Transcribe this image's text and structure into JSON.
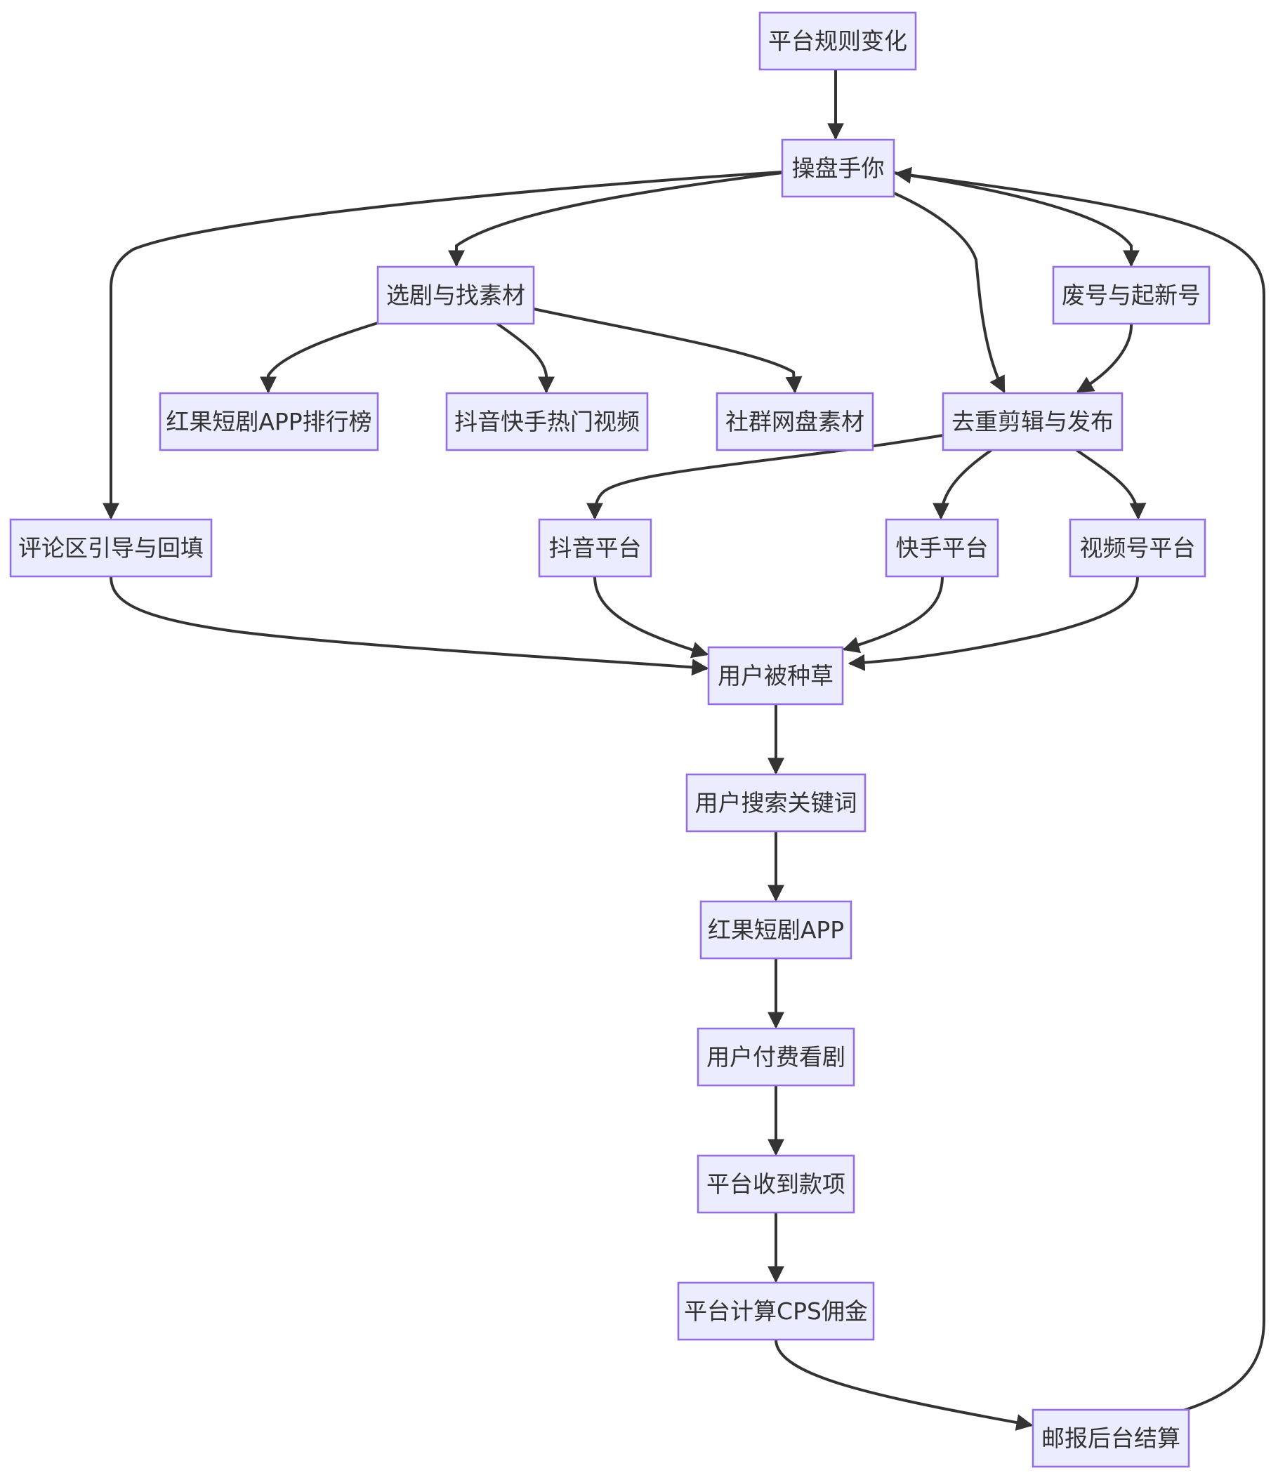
{
  "diagram": {
    "type": "flowchart",
    "nodes": [
      {
        "id": "rules",
        "label": "平台规则变化"
      },
      {
        "id": "op",
        "label": "操盘手你"
      },
      {
        "id": "select",
        "label": "选剧与找素材"
      },
      {
        "id": "abandon",
        "label": "废号与起新号"
      },
      {
        "id": "rank",
        "label": "红果短剧APP排行榜"
      },
      {
        "id": "hotvideo",
        "label": "抖音快手热门视频"
      },
      {
        "id": "community",
        "label": "社群网盘素材"
      },
      {
        "id": "edit",
        "label": "去重剪辑与发布"
      },
      {
        "id": "comment",
        "label": "评论区引导与回填"
      },
      {
        "id": "douyin",
        "label": "抖音平台"
      },
      {
        "id": "kuaishou",
        "label": "快手平台"
      },
      {
        "id": "shipinhao",
        "label": "视频号平台"
      },
      {
        "id": "seeded",
        "label": "用户被种草"
      },
      {
        "id": "search",
        "label": "用户搜索关键词"
      },
      {
        "id": "app",
        "label": "红果短剧APP"
      },
      {
        "id": "pay",
        "label": "用户付费看剧"
      },
      {
        "id": "receive",
        "label": "平台收到款项"
      },
      {
        "id": "cps",
        "label": "平台计算CPS佣金"
      },
      {
        "id": "settle",
        "label": "邮报后台结算"
      }
    ],
    "edges": [
      {
        "from": "rules",
        "to": "op"
      },
      {
        "from": "op",
        "to": "select"
      },
      {
        "from": "op",
        "to": "abandon"
      },
      {
        "from": "op",
        "to": "edit"
      },
      {
        "from": "op",
        "to": "comment"
      },
      {
        "from": "select",
        "to": "rank"
      },
      {
        "from": "select",
        "to": "hotvideo"
      },
      {
        "from": "select",
        "to": "community"
      },
      {
        "from": "abandon",
        "to": "edit"
      },
      {
        "from": "edit",
        "to": "douyin"
      },
      {
        "from": "edit",
        "to": "kuaishou"
      },
      {
        "from": "edit",
        "to": "shipinhao"
      },
      {
        "from": "comment",
        "to": "seeded"
      },
      {
        "from": "douyin",
        "to": "seeded"
      },
      {
        "from": "kuaishou",
        "to": "seeded"
      },
      {
        "from": "shipinhao",
        "to": "seeded"
      },
      {
        "from": "seeded",
        "to": "search"
      },
      {
        "from": "search",
        "to": "app"
      },
      {
        "from": "app",
        "to": "pay"
      },
      {
        "from": "pay",
        "to": "receive"
      },
      {
        "from": "receive",
        "to": "cps"
      },
      {
        "from": "cps",
        "to": "settle"
      },
      {
        "from": "settle",
        "to": "op"
      }
    ],
    "colors": {
      "node_fill": "#ececff",
      "node_border": "#9370db",
      "edge": "#333333",
      "text": "#333333",
      "background": "#ffffff"
    }
  }
}
